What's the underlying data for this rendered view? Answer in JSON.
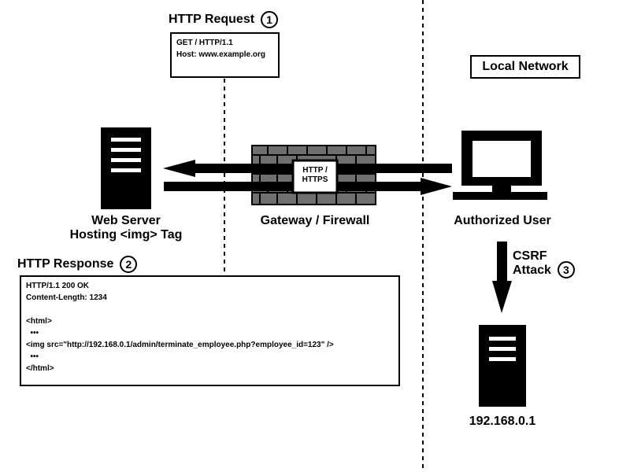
{
  "request": {
    "title": "HTTP Request",
    "number": "1",
    "lines": [
      "GET / HTTP/1.1",
      "Host: www.example.org"
    ]
  },
  "response": {
    "title": "HTTP Response",
    "number": "2",
    "lines": [
      "HTTP/1.1 200 OK",
      "Content-Length: 1234",
      "",
      "<html>",
      "  •••",
      "<img src=\"http://192.168.0.1/admin/terminate_employee.php?employee_id=123\" />",
      "  •••",
      "</html>"
    ]
  },
  "local_network": {
    "label": "Local Network"
  },
  "web_server": {
    "line1": "Web Server",
    "line2": "Hosting <img> Tag"
  },
  "gateway": {
    "label": "Gateway / Firewall",
    "inner": "HTTP /\nHTTPS"
  },
  "user": {
    "label": "Authorized User"
  },
  "csrf": {
    "line1": "CSRF",
    "line2": "Attack",
    "number": "3"
  },
  "target": {
    "label": "192.168.0.1"
  },
  "icons": [
    "web-server-icon",
    "firewall-icon",
    "computer-icon",
    "target-server-icon"
  ]
}
